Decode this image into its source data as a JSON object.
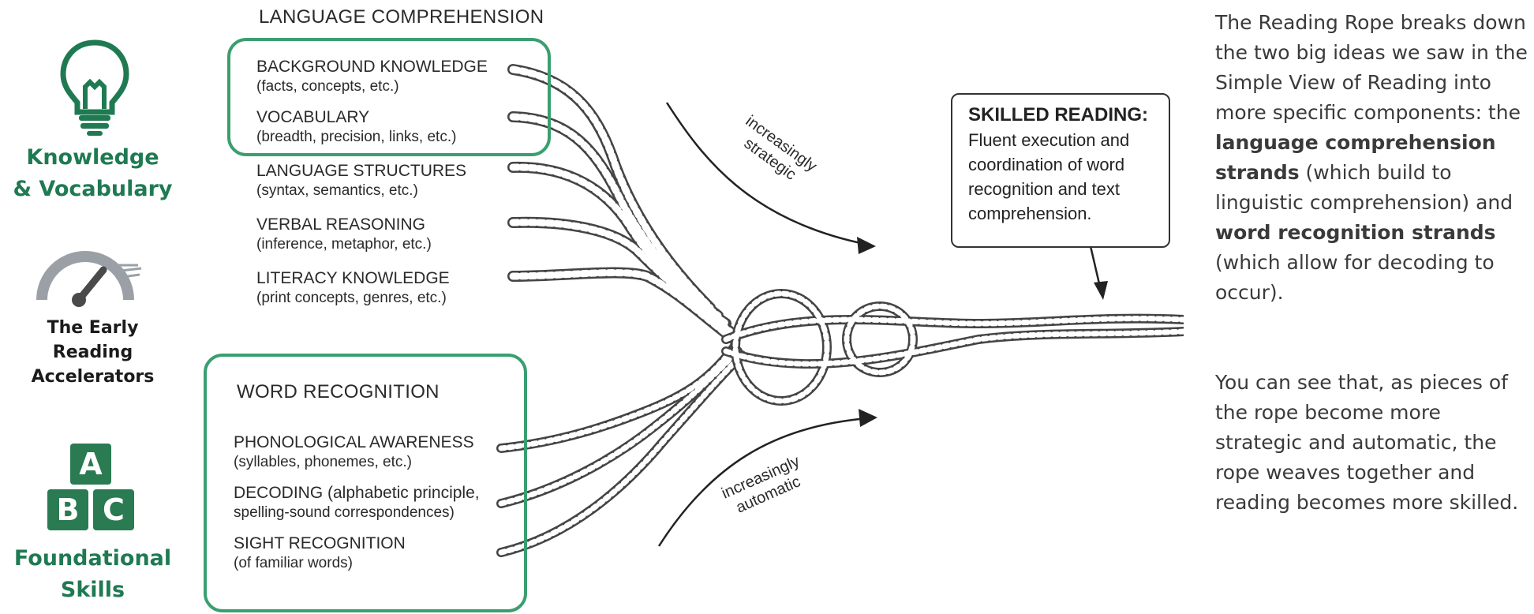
{
  "sidebar": {
    "knowledge_label": [
      "Knowledge",
      "& Vocabulary"
    ],
    "accelerators_label": [
      "The Early",
      "Reading",
      "Accelerators"
    ],
    "foundational_label": [
      "Foundational",
      "Skills"
    ],
    "blocks": [
      "A",
      "B",
      "C"
    ],
    "icons": [
      "lightbulb-icon",
      "speedometer-icon",
      "abc-blocks-icon"
    ],
    "accent_color": "#1f7a52"
  },
  "diagram": {
    "lang_comp_heading": "LANGUAGE COMPREHENSION",
    "lang_strands": [
      {
        "title": "BACKGROUND KNOWLEDGE",
        "sub": "(facts, concepts, etc.)"
      },
      {
        "title": "VOCABULARY",
        "sub": "(breadth, precision, links, etc.)"
      },
      {
        "title": "LANGUAGE STRUCTURES",
        "sub": "(syntax, semantics, etc.)"
      },
      {
        "title": "VERBAL REASONING",
        "sub": "(inference, metaphor, etc.)"
      },
      {
        "title": "LITERACY KNOWLEDGE",
        "sub": "(print concepts, genres, etc.)"
      }
    ],
    "word_rec_heading": "WORD RECOGNITION",
    "word_strands": [
      {
        "title": "PHONOLOGICAL AWARENESS",
        "sub": "(syllables, phonemes, etc.)"
      },
      {
        "title": "DECODING (alphabetic principle,",
        "sub": "spelling-sound correspondences)"
      },
      {
        "title": "SIGHT RECOGNITION",
        "sub": "(of familiar words)"
      }
    ],
    "strategic_label": [
      "increasingly",
      "strategic"
    ],
    "automatic_label": [
      "increasingly",
      "automatic"
    ],
    "skilled_reading": {
      "title": "SKILLED READING:",
      "body": [
        "Fluent execution and",
        "coordination of word",
        "recognition and text",
        "comprehension."
      ]
    },
    "highlight_color": "#3a9f70"
  },
  "explanation": {
    "para1": {
      "part1": "The Reading Rope breaks down the two big ideas we saw in the Simple View of Reading into more specific components: the ",
      "bold1": "language comprehension strands",
      "part2": " (which build to linguistic comprehension) and ",
      "bold2": "word recognition strands",
      "part3": " (which allow for decoding to occur)."
    },
    "para2": "You can see that, as pieces of the rope become more strategic and automatic, the rope weaves together and reading becomes more skilled."
  }
}
